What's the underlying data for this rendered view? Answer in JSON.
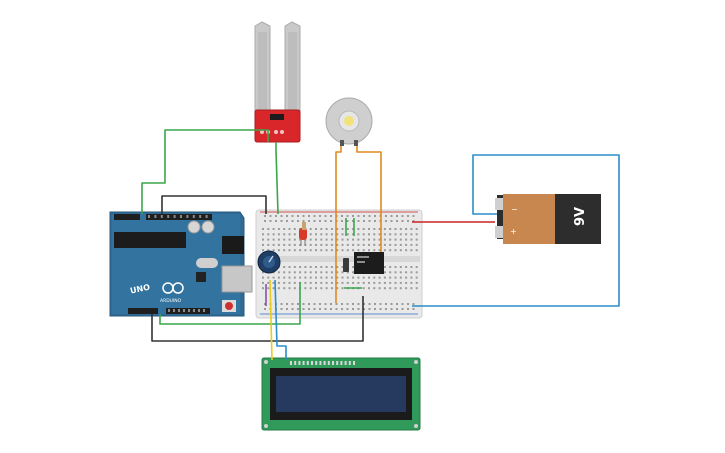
{
  "circuit": {
    "arduino": {
      "board_label": "UNO",
      "brand_label": "ARDUINO",
      "color": "#2f6b95"
    },
    "battery": {
      "label": "9V",
      "minus_sign": "−",
      "plus_sign": "+",
      "body_color": "#c8874f",
      "cap_color": "#2d2d2d"
    },
    "soil_sensor": {
      "board_color": "#d9262b",
      "prong_color": "#c9c9c9"
    },
    "motor": {
      "body_color": "#cfcfcf",
      "shaft_color": "#f2e27a"
    },
    "lcd": {
      "pcb_color": "#2f9a5a",
      "screen_color": "#253a5e"
    },
    "wires": {
      "green": "#3aa64a",
      "black": "#333333",
      "orange": "#e08a1e",
      "blue": "#2a8ec8",
      "red": "#cc2222",
      "yellow": "#e6cc22",
      "purple": "#8a4fb0"
    }
  }
}
